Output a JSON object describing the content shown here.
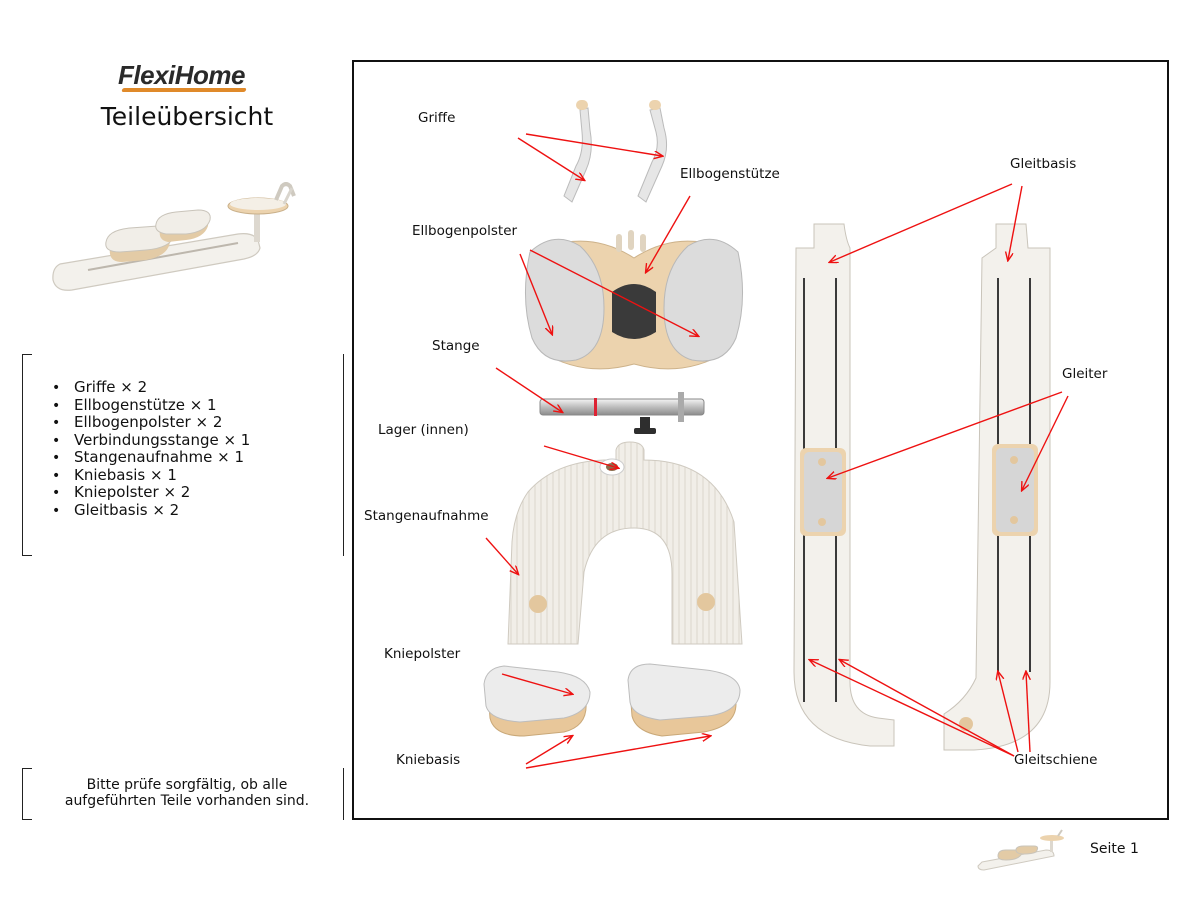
{
  "brand": {
    "name": "FlexiHome",
    "accent_color": "#e08a2a"
  },
  "title": "Teileübersicht",
  "parts_list": [
    "Griffe × 2",
    "Ellbogenstütze × 1",
    "Ellbogenpolster × 2",
    "Verbindungsstange × 1",
    "Stangenaufnahme × 1",
    "Kniebasis × 1",
    "Kniepolster × 2",
    "Gleitbasis × 2"
  ],
  "note": "Bitte prüfe sorgfältig, ob alle aufgeführten Teile vorhanden sind.",
  "labels": {
    "griffe": "Griffe",
    "ellbogenstuetze": "Ellbogenstütze",
    "ellbogenpolster": "Ellbogenpolster",
    "stange": "Stange",
    "lager": "Lager (innen)",
    "stangenaufnahme": "Stangenaufnahme",
    "kniepolster": "Kniepolster",
    "kniebasis": "Kniebasis",
    "gleitbasis": "Gleitbasis",
    "gleiter": "Gleiter",
    "gleitschiene": "Gleitschiene"
  },
  "footer": {
    "page": "Seite 1"
  },
  "colors": {
    "arrow": "#e11",
    "part_fill": "#f1eee8",
    "part_stroke": "#c9c4ba",
    "cushion": "#d9d9d9",
    "tan": "#ecd3ae"
  }
}
